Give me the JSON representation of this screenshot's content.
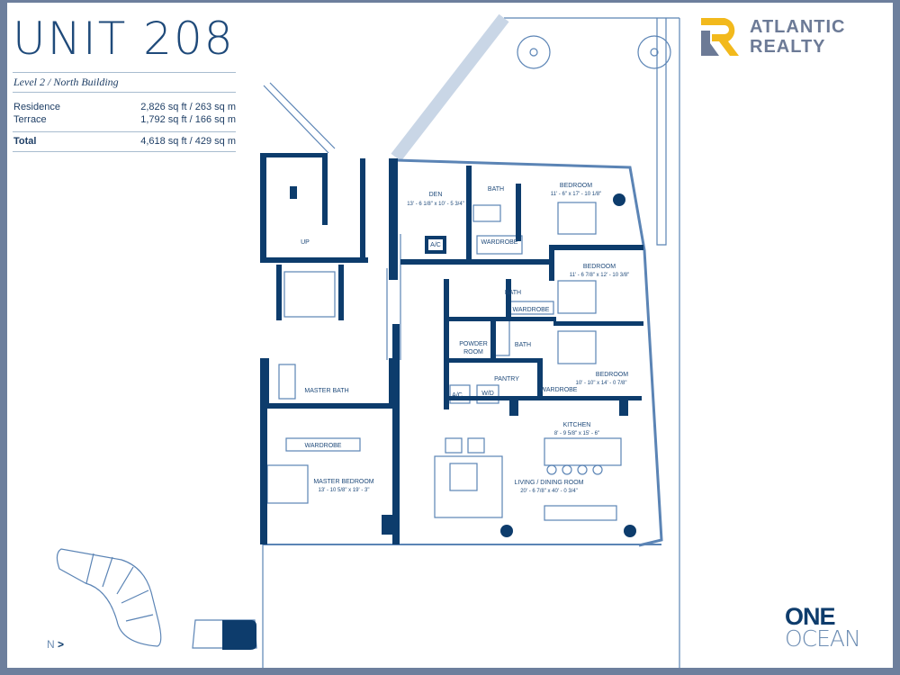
{
  "unit": {
    "title": "UNIT 208",
    "level": "Level 2 / North Building"
  },
  "areas": [
    {
      "label": "Residence",
      "value": "2,826 sq ft / 263 sq m"
    },
    {
      "label": "Terrace",
      "value": "1,792 sq ft /  166 sq m"
    }
  ],
  "total": {
    "label": "Total",
    "value": "4,618 sq ft / 429 sq m"
  },
  "brand": {
    "name_line1": "ATLANTIC",
    "name_line2": "REALTY",
    "logo_letters": "AR",
    "accent": "#f2b91c",
    "slate": "#6c7a96"
  },
  "project": {
    "line1": "ONE",
    "line2": "OCEAN"
  },
  "north": {
    "label": "N",
    "arrow": ">"
  },
  "rooms": {
    "den": {
      "name": "DEN",
      "dims": "13' - 6 1/8\" x 10' - 5 3/4\""
    },
    "bath1": {
      "name": "BATH"
    },
    "bedroom1": {
      "name": "BEDROOM",
      "dims": "11' - 6\" x 17' - 10 1/8\""
    },
    "ac1": {
      "name": "A/C"
    },
    "wardrobe1": {
      "name": "WARDROBE"
    },
    "bedroom2": {
      "name": "BEDROOM",
      "dims": "11' - 6 7/8\" x 12' - 10 3/8\""
    },
    "bath2": {
      "name": "BATH"
    },
    "wardrobe2": {
      "name": "WARDROBE"
    },
    "powder": {
      "name_line1": "POWDER",
      "name_line2": "ROOM"
    },
    "bath3": {
      "name": "BATH"
    },
    "pantry": {
      "name": "PANTRY"
    },
    "ac2": {
      "name": "A/C"
    },
    "wd": {
      "name": "W/D"
    },
    "wardrobe3": {
      "name": "WARDROBE"
    },
    "bedroom3": {
      "name": "BEDROOM",
      "dims": "10' - 10\" x 14' - 0 7/8\""
    },
    "kitchen": {
      "name": "KITCHEN",
      "dims": "8' - 9 5/8\" x 15' - 6\""
    },
    "living": {
      "name": "LIVING / DINING ROOM",
      "dims": "20' - 6 7/8\" x 40' - 0 3/4\""
    },
    "master_bath": {
      "name": "MASTER BATH"
    },
    "master_wardrobe": {
      "name": "WARDROBE"
    },
    "master_bedroom": {
      "name": "MASTER BEDROOM",
      "dims": "13' - 10 5/8\" x 19' - 3\""
    },
    "stair": {
      "name": "UP"
    }
  },
  "colors": {
    "wall": "#0d3c6c",
    "line": "#5b84b5",
    "frame": "#6d7f9d"
  }
}
